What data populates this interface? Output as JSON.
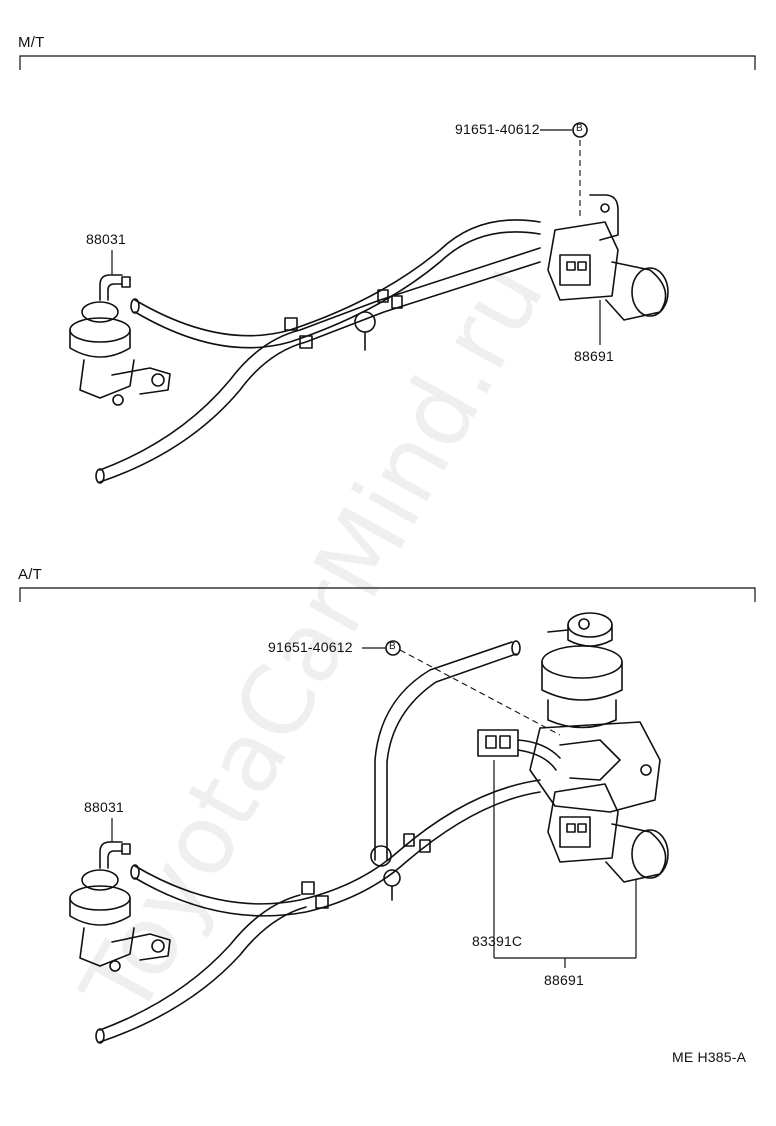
{
  "sections": {
    "mt": {
      "title": "M/T",
      "part_bolt": "91651-40612",
      "bolt_ref": "B",
      "part_vsv": "88031",
      "part_valve": "88691"
    },
    "at": {
      "title": "A/T",
      "part_bolt": "91651-40612",
      "bolt_ref": "B",
      "part_vsv": "88031",
      "part_sensor": "83391C",
      "part_valve": "88691"
    }
  },
  "footer": {
    "ref": "ME  H385-A"
  },
  "watermark": "ToyotaCarMind.ru"
}
